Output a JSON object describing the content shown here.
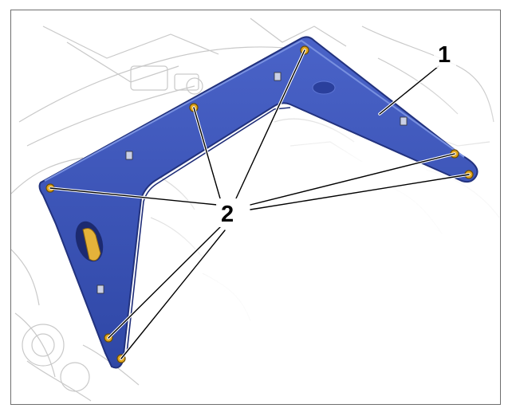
{
  "figure": {
    "callouts": [
      {
        "id": "1",
        "label": "1"
      },
      {
        "id": "2",
        "label": "2"
      }
    ],
    "colors": {
      "bracket_fill": "#3a52b8",
      "bracket_edge": "#22327e",
      "bracket_highlight": "#6f86dc",
      "bolt": "#e2a71e",
      "background_line": "#cfcfcf",
      "frame_border": "#6f6f6f"
    }
  }
}
